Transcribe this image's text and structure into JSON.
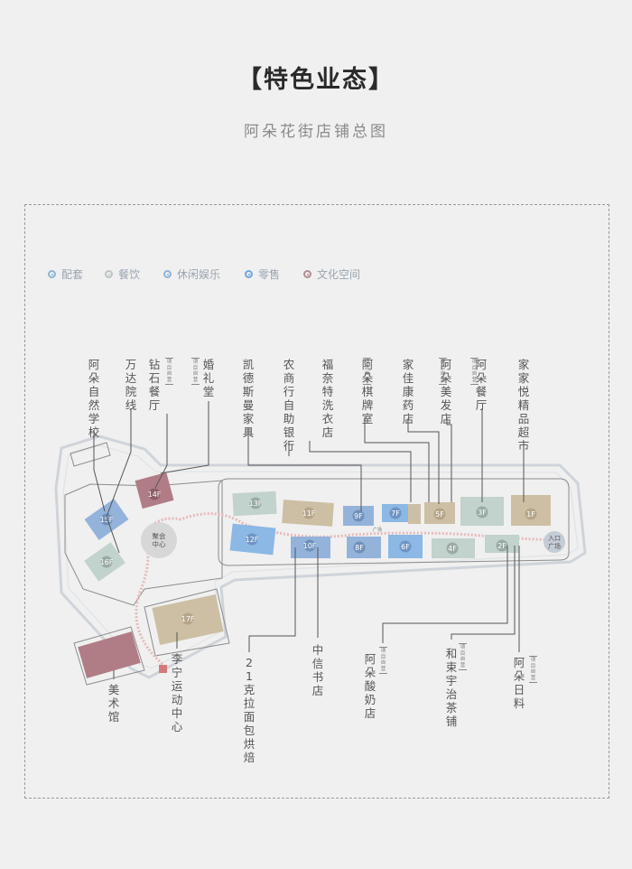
{
  "page": {
    "title": "【特色业态】",
    "subtitle": "阿朵花街店铺总图"
  },
  "legend": [
    {
      "label": "配套",
      "color": "#8fb3d8"
    },
    {
      "label": "餐饮",
      "color": "#b9c4c4"
    },
    {
      "label": "休闲娱乐",
      "color": "#8fb3d8"
    },
    {
      "label": "零售",
      "color": "#6fa7dc"
    },
    {
      "label": "文化空间",
      "color": "#b48a93"
    }
  ],
  "tag_text": "项目自营",
  "labels_top": [
    {
      "id": "l-a",
      "text": "阿朵自然学校",
      "tag": false
    },
    {
      "id": "l-b",
      "text": "万达院线",
      "tag": false
    },
    {
      "id": "l-c",
      "text": "钻石餐厅",
      "tag": true
    },
    {
      "id": "l-d",
      "text": "婚礼堂",
      "tag": true
    },
    {
      "id": "l-e",
      "text": "凯德斯曼家具",
      "tag": false
    },
    {
      "id": "l-f",
      "text": "农商行自助银行",
      "tag": false
    },
    {
      "id": "l-g",
      "text": "福奈特洗衣店",
      "tag": false
    },
    {
      "id": "l-h",
      "text": "阿朵棋牌室",
      "tag": true
    },
    {
      "id": "l-i",
      "text": "家佳康药店",
      "tag": false
    },
    {
      "id": "l-j",
      "text": "阿朵美发店",
      "tag": true
    },
    {
      "id": "l-k",
      "text": "阿朵餐厅",
      "tag": true
    },
    {
      "id": "l-l",
      "text": "家家悦精品超市",
      "tag": false
    }
  ],
  "labels_bottom": [
    {
      "id": "b-a",
      "text": "美术馆",
      "tag": false
    },
    {
      "id": "b-b",
      "text": "李宁运动中心",
      "tag": false
    },
    {
      "id": "b-c",
      "text": "21克拉面包烘焙",
      "tag": false
    },
    {
      "id": "b-d",
      "text": "中信书店",
      "tag": false
    },
    {
      "id": "b-e",
      "text": "阿朵酸奶店",
      "tag": true
    },
    {
      "id": "b-f",
      "text": "和束宇治茶铺",
      "tag": true
    },
    {
      "id": "b-g",
      "text": "阿朵日料",
      "tag": true
    }
  ],
  "map": {
    "plaza_label": [
      "聚会",
      "中心"
    ],
    "entrance_label": [
      "入口",
      "广场"
    ],
    "small_label": "广场",
    "units": [
      "1F",
      "2F",
      "3F",
      "4F",
      "5F",
      "6F",
      "7F",
      "8F",
      "9F",
      "10F",
      "11F",
      "12F",
      "13F",
      "14F",
      "15F",
      "16F",
      "17F"
    ]
  }
}
